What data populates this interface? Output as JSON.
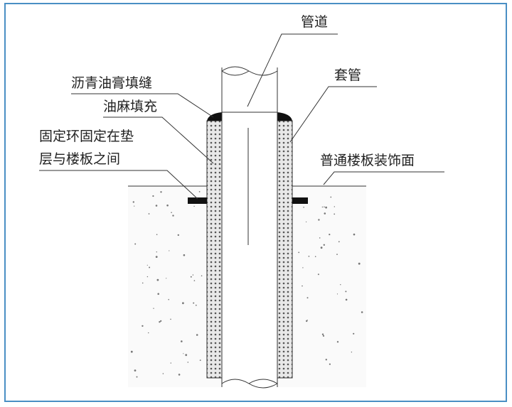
{
  "labels": {
    "pipe": "管道",
    "asphalt_seal": "沥青油膏填缝",
    "oakum_fill": "油麻填充",
    "fixing_ring_line1": "固定环固定在垫",
    "fixing_ring_line2": "层与楼板之间",
    "sleeve": "套管",
    "floor_finish": "普通楼板装饰面"
  },
  "colors": {
    "frame": "#4a8fc4",
    "line": "#333333"
  }
}
